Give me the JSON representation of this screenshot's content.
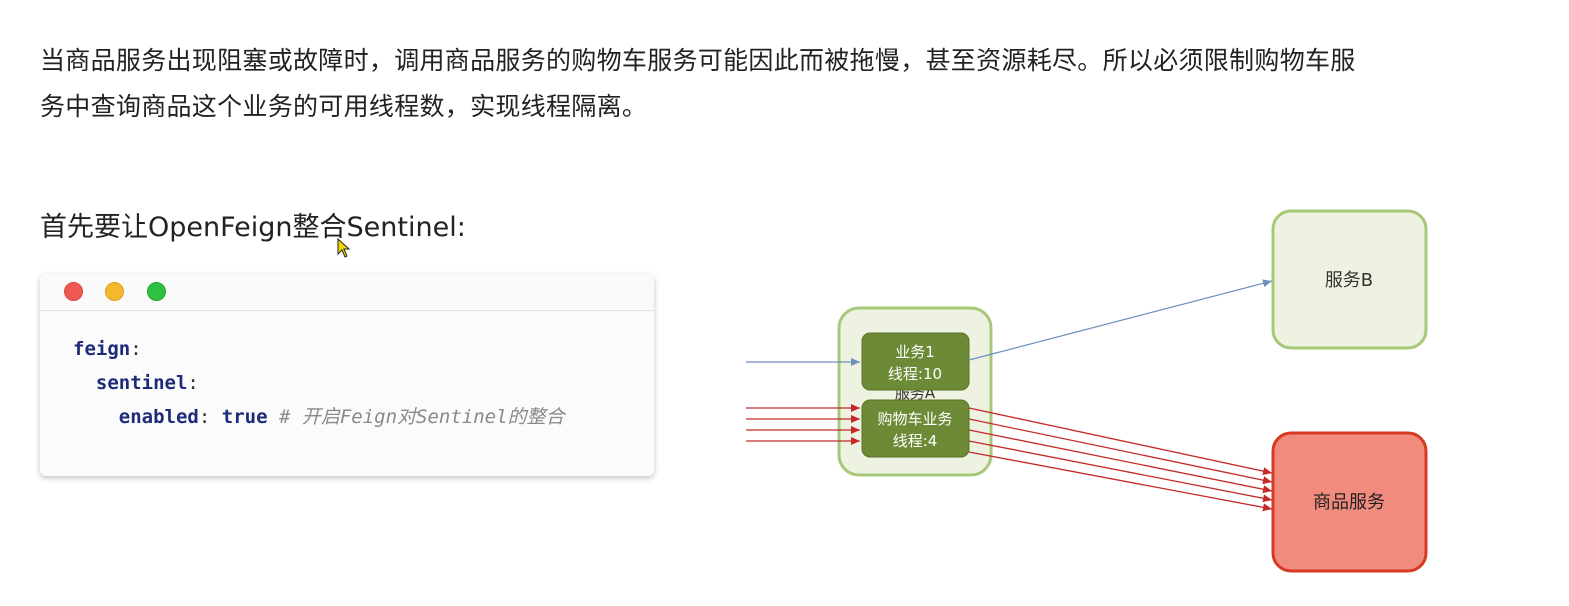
{
  "paragraph": {
    "line1": "当商品服务出现阻塞或故障时，调用商品服务的购物车服务可能因此而被拖慢，甚至资源耗尽。所以必须限制购物车服",
    "line2": "务中查询商品这个业务的可用线程数，实现线程隔离。"
  },
  "heading": "首先要让OpenFeign整合Sentinel:",
  "code_window": {
    "lines": [
      {
        "key": "feign",
        "punct": ":",
        "value": "",
        "comment": ""
      },
      {
        "key": "sentinel",
        "punct": ":",
        "value": "",
        "comment": ""
      },
      {
        "key": "enabled",
        "punct": ":",
        "value": "true",
        "comment": "# 开启Feign对Sentinel的整合"
      }
    ]
  },
  "diagram": {
    "service_a_label": "服务A",
    "business1_line1": "业务1",
    "business1_line2": "线程:10",
    "cart_business_line1": "购物车业务",
    "cart_business_line2": "线程:4",
    "service_b_label": "服务B",
    "product_service_label": "商品服务",
    "colors": {
      "green_fill": "#edf2e1",
      "green_stroke": "#a8c878",
      "inner_fill": "#6d8a36",
      "red_fill": "#f08b7d",
      "red_stroke": "#d63a22",
      "blue_arrow": "#6f8fbf",
      "red_arrow": "#c42a2a"
    }
  }
}
